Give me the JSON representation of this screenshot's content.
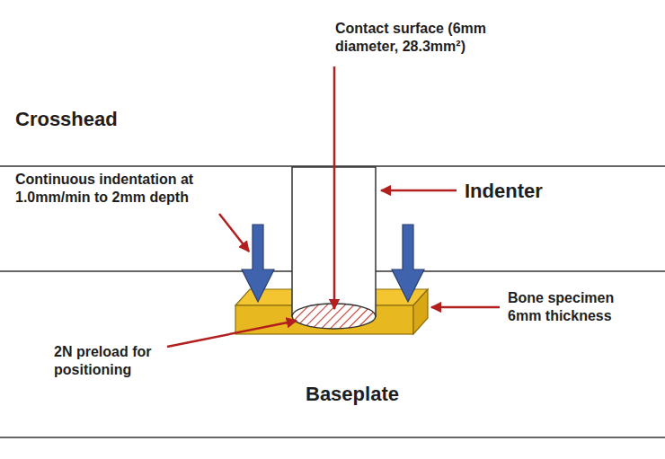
{
  "diagram": {
    "labels": [
      "Contact surface (6mm diameter, 28.3mm²)",
      "Crosshead",
      "Continuous indentation at 1.0mm/min to 2mm depth",
      "Indenter",
      "Bone specimen 6mm thickness",
      "2N preload for positioning",
      "Baseplate"
    ]
  }
}
